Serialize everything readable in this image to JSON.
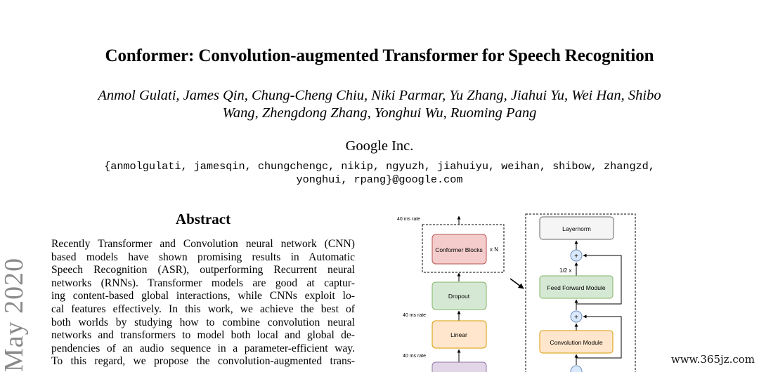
{
  "paper": {
    "title": "Conformer: Convolution-augmented Transformer for Speech Recognition",
    "authors_line1": "Anmol Gulati, James Qin, Chung-Cheng Chiu, Niki Parmar, Yu Zhang, Jiahui Yu, Wei Han, Shibo",
    "authors_line2": "Wang, Zhengdong Zhang, Yonghui Wu, Ruoming Pang",
    "affiliation": "Google Inc.",
    "emails_line1": "{anmolgulati, jamesqin, chungchengc, nikip, ngyuzh, jiahuiyu, weihan, shibow, zhangzd,",
    "emails_line2": "yonghui, rpang}@google.com",
    "arxiv_stamp": "May 2020"
  },
  "abstract": {
    "heading": "Abstract",
    "lines": [
      "Recently Transformer and Convolution neural network (CNN)",
      "based models have shown promising results in Automatic",
      "Speech Recognition (ASR), outperforming Recurrent neural",
      "networks (RNNs).  Transformer models are good at captur-",
      "ing content-based global interactions, while CNNs exploit lo-",
      "cal features effectively.  In this work, we achieve the best of",
      "both worlds by studying how to combine convolution neural",
      "networks and transformers to model both local and global de-",
      "pendencies of an audio sequence in a parameter-efficient way.",
      "To this regard, we propose the convolution-augmented trans-"
    ]
  },
  "figure": {
    "left": {
      "rate_top": "40 ms rate",
      "conformer_blocks": "Conformer Blocks",
      "times_n": "x N",
      "dropout": "Dropout",
      "rate_mid": "40 ms rate",
      "linear": "Linear",
      "rate_bottom": "40 ms rate"
    },
    "right": {
      "layernorm": "Layernorm",
      "plus": "+",
      "half_x": "1/2 x",
      "ffn": "Feed Forward Module",
      "conv": "Convolution Module"
    },
    "colors": {
      "conformer_fill": "#f4cccc",
      "conformer_stroke": "#b85450",
      "dropout_fill": "#d5e8d4",
      "dropout_stroke": "#82b366",
      "linear_fill": "#ffe6cc",
      "linear_stroke": "#d79b00",
      "layernorm_fill": "#f5f5f5",
      "layernorm_stroke": "#666666",
      "plus_fill": "#dae8fc",
      "plus_stroke": "#6c8ebf",
      "bottom_fill": "#e1d5e7",
      "bottom_stroke": "#9673a6"
    }
  },
  "watermark": "www.365jz.com"
}
